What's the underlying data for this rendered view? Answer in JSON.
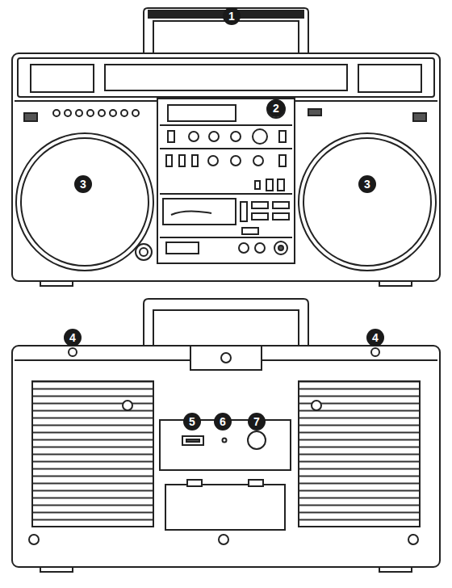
{
  "diagram": {
    "labels": [
      "1",
      "2",
      "3",
      "3",
      "4",
      "4",
      "5",
      "6",
      "7"
    ]
  }
}
